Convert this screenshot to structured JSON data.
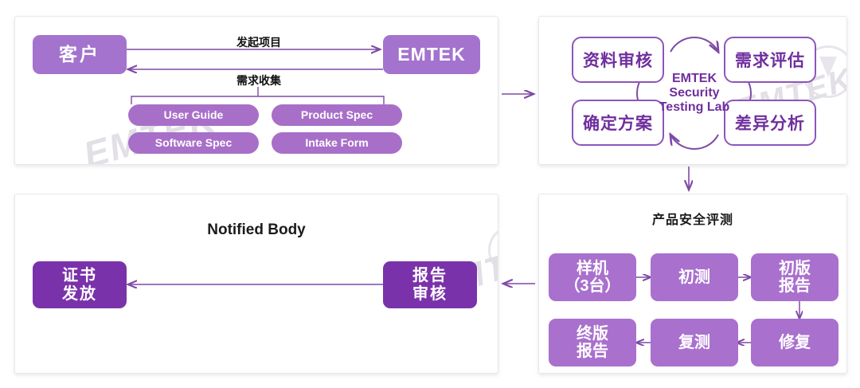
{
  "theme": {
    "mid_purple": "#a473ce",
    "dark_purple": "#7a32aa",
    "pill_purple": "#a86fc9",
    "outline_purple": "#8e55bb",
    "text_purple": "#6f2f9e",
    "line_purple": "#7e4aa5",
    "panel_bg": "#ffffff",
    "page_bg": "#ffffff"
  },
  "watermark": {
    "text": "EMTEK"
  },
  "panel_top_left": {
    "client_box": "客户",
    "emtek_box": "EMTEK",
    "arrow_out_label": "发起项目",
    "arrow_back_label": "需求收集",
    "deliverables": [
      "User Guide",
      "Product Spec",
      "Software Spec",
      "Intake Form"
    ]
  },
  "panel_top_right": {
    "center_text": "EMTEK\nSecurity\nTesting Lab",
    "nodes": [
      "资料审核",
      "需求评估",
      "确定方案",
      "差异分析"
    ]
  },
  "panel_bottom_left": {
    "title": "Notified Body",
    "certificate_box": "证书\n发放",
    "report_review_box": "报告\n审核"
  },
  "panel_bottom_right": {
    "title": "产品安全评测",
    "steps": [
      "样机\n（3台）",
      "初测",
      "初版\n报告",
      "修复",
      "复测",
      "终版\n报告"
    ]
  }
}
